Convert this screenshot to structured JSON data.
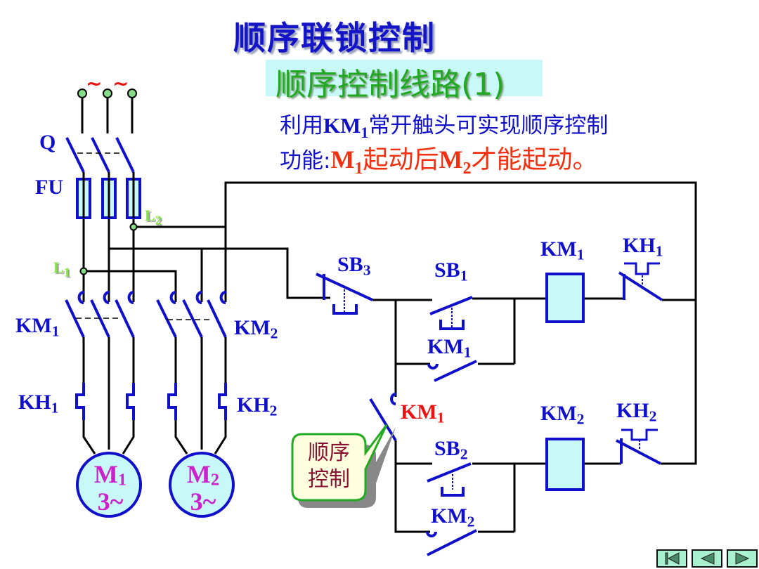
{
  "slide": {
    "title": "顺序联锁控制",
    "subtitle": "顺序控制线路(1)",
    "description": {
      "line1_prefix": "利用",
      "line1_km": "KM",
      "line1_km_sub": "1",
      "line1_suffix": "常开触头可实现顺序控制",
      "line2_prefix": "功能:",
      "line2_m1": "M",
      "line2_m1_sub": "1",
      "line2_mid": "起动后",
      "line2_m2": "M",
      "line2_m2_sub": "2",
      "line2_suffix": "才能起动。"
    }
  },
  "main_circuit": {
    "supply_symbol": "~",
    "labels": {
      "switch": "Q",
      "fuse": "FU",
      "l1": "L",
      "l1_sub": "1",
      "l2": "L",
      "l2_sub": "2",
      "km1": "KM",
      "km1_sub": "1",
      "km2": "KM",
      "km2_sub": "2",
      "kh1": "KH",
      "kh1_sub": "1",
      "kh2": "KH",
      "kh2_sub": "2"
    },
    "motors": [
      {
        "name": "M",
        "sub": "1",
        "type": "3~"
      },
      {
        "name": "M",
        "sub": "2",
        "type": "3~"
      }
    ]
  },
  "control_circuit": {
    "labels": {
      "sb3": "SB",
      "sb3_sub": "3",
      "sb1": "SB",
      "sb1_sub": "1",
      "sb2": "SB",
      "sb2_sub": "2",
      "km1_coil": "KM",
      "km1_coil_sub": "1",
      "km2_coil": "KM",
      "km2_coil_sub": "2",
      "kh1": "KH",
      "kh1_sub": "1",
      "kh2": "KH",
      "kh2_sub": "2",
      "km1_hold": "KM",
      "km1_hold_sub": "1",
      "km2_hold": "KM",
      "km2_hold_sub": "2",
      "km1_seq": "KM",
      "km1_seq_sub": "1"
    },
    "callout": {
      "line1": "顺序",
      "line2": "控制"
    }
  },
  "colors": {
    "wire": "#000000",
    "component": "#1010cc",
    "fill": "#c8f8f8",
    "highlight": "#ee1111",
    "callout_border": "#22aa22"
  },
  "navigation": {
    "buttons": [
      {
        "icon": "first-slide-icon"
      },
      {
        "icon": "previous-slide-icon"
      },
      {
        "icon": "next-slide-icon"
      }
    ]
  }
}
